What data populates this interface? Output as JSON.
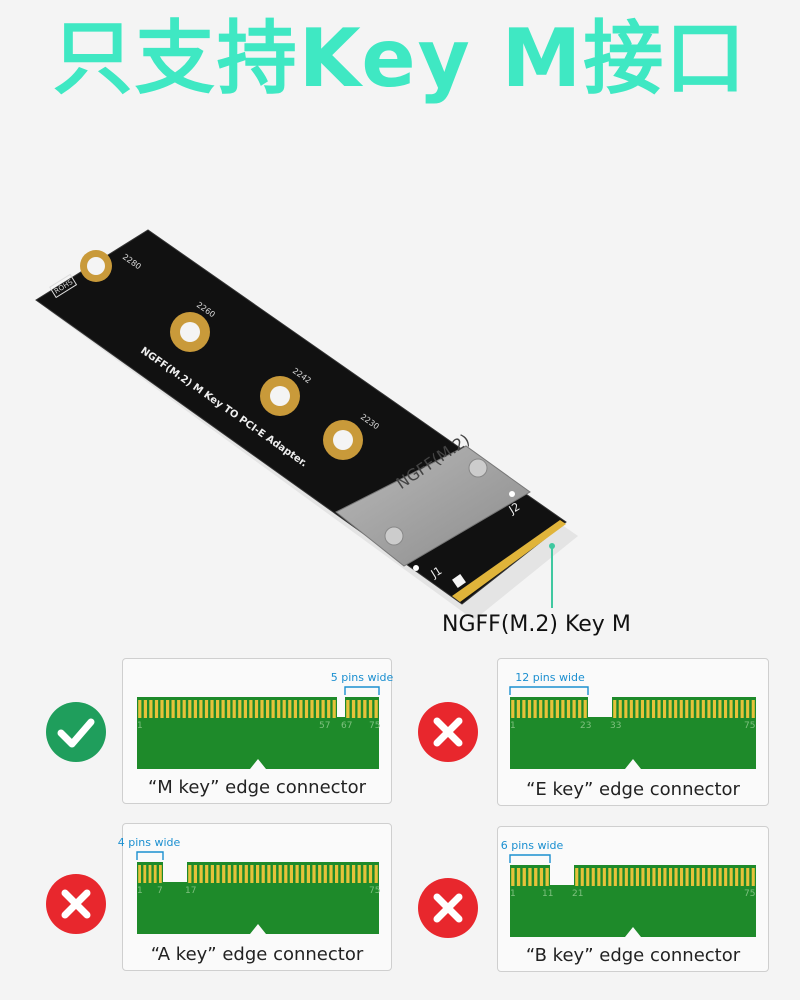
{
  "headline": "只支持Key M接口",
  "product": {
    "board_silkscreen": "NGFF(M.2) M Key TO PCI-E Adapter.",
    "cover_text": "NGFF(M.2)",
    "rohs": "ROHS",
    "hole_labels": [
      "2280",
      "2260",
      "2242",
      "2230"
    ],
    "j1": "J1",
    "j2": "J2",
    "connector_label": "NGFF(M.2) Key M"
  },
  "connectors": [
    {
      "id": "m",
      "caption": "“M key” edge connector",
      "status": "supported",
      "status_icon": "check-icon",
      "width_note": "5 pins wide",
      "pin_numbers": [
        "1",
        "57",
        "67",
        "75"
      ]
    },
    {
      "id": "e",
      "caption": "“E key” edge connector",
      "status": "unsupported",
      "status_icon": "cross-icon",
      "width_note": "12 pins wide",
      "pin_numbers": [
        "1",
        "23",
        "33",
        "75"
      ]
    },
    {
      "id": "a",
      "caption": "“A key” edge connector",
      "status": "unsupported",
      "status_icon": "cross-icon",
      "width_note": "4 pins wide",
      "pin_numbers": [
        "1",
        "7",
        "17",
        "75"
      ]
    },
    {
      "id": "b",
      "caption": "“B key” edge connector",
      "status": "unsupported",
      "status_icon": "cross-icon",
      "width_note": "6 pins wide",
      "pin_numbers": [
        "1",
        "11",
        "21",
        "75"
      ]
    }
  ],
  "colors": {
    "headline": "#3fe8c3",
    "check": "#1f9e5c",
    "cross": "#e8272d",
    "pcb_green": "#1e8a2a",
    "gold_pin": "#e6c23a",
    "annotation_blue": "#1b8fd0"
  }
}
